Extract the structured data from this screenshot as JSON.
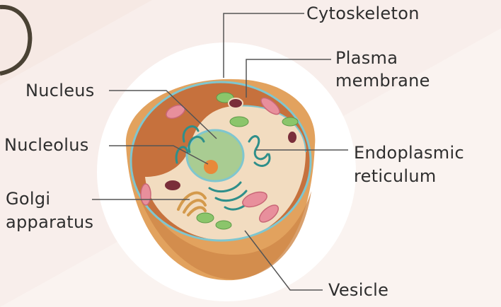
{
  "diagram": {
    "labels": {
      "cytoskeleton": "Cytoskeleton",
      "plasma_membrane_l1": "Plasma",
      "plasma_membrane_l2": "membrane",
      "nucleus": "Nucleus",
      "nucleolus": "Nucleolus",
      "endoplasmic_l1": "Endoplasmic",
      "endoplasmic_l2": "reticulum",
      "golgi_l1": "Golgi",
      "golgi_l2": "apparatus",
      "vesicle": "Vesicle"
    },
    "colors": {
      "background": "#f6e9e4",
      "backdrop_light": "#faf3f0",
      "circle": "#ffffff",
      "cell_body": "#e2a25e",
      "cell_top": "#c6713d",
      "cytoplasm": "#f2dcc0",
      "membrane": "#7fc6cf",
      "nucleus": "#a9cc92",
      "nucleolus": "#e8893a",
      "er": "#2e8f8a",
      "mitochondria": "#e88f9c",
      "golgi": "#d49a4c",
      "leader_line": "#555555"
    }
  }
}
